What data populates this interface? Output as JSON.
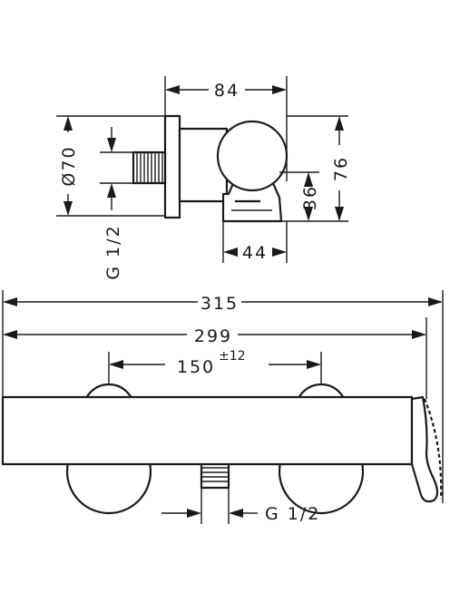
{
  "side_view": {
    "width_total": "84",
    "diameter": "Ø70",
    "height_total": "76",
    "outlet_height": "36",
    "outlet_depth": "44",
    "thread": "G 1/2"
  },
  "front_view": {
    "overall_width": "315",
    "body_width": "299",
    "center_distance": "150",
    "center_tolerance": "±12",
    "outlet_thread": "G 1/2"
  }
}
